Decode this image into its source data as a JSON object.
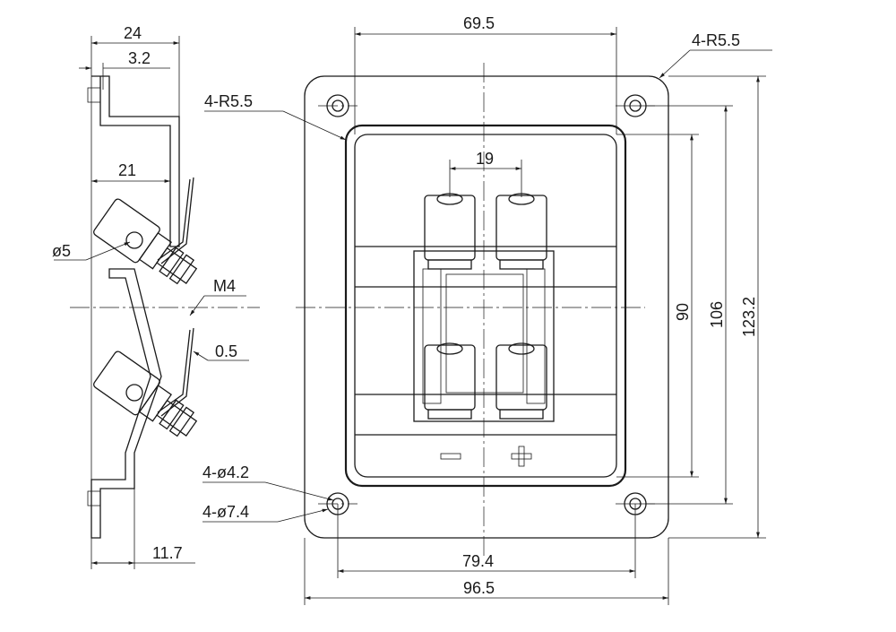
{
  "drawing": {
    "side_view": {
      "dim_width_total": "24",
      "dim_flange": "3.2",
      "dim_depth": "21",
      "dim_hole": "ø5",
      "dim_thread": "M4",
      "dim_thickness": "0.5",
      "dim_offset": "11.7"
    },
    "front_view": {
      "dim_inner_width": "69.5",
      "dim_corner_radius_top": "4-R5.5",
      "dim_corner_radius_left": "4-R5.5",
      "dim_terminal_pitch": "19",
      "dim_inner_height": "90",
      "dim_mid_height": "106",
      "dim_total_height": "123.2",
      "dim_hole_small": "4-ø4.2",
      "dim_hole_large": "4-ø7.4",
      "dim_hole_pitch": "79.4",
      "dim_total_width": "96.5",
      "polarity_minus": "−",
      "polarity_plus": "+"
    }
  }
}
